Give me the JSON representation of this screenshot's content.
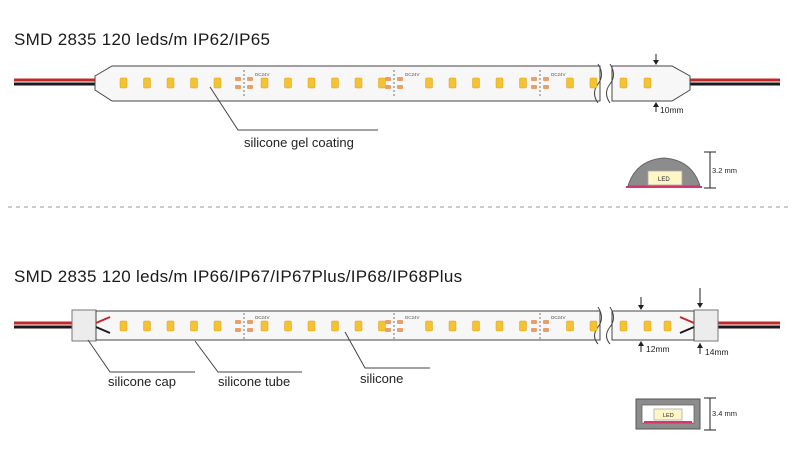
{
  "sections": {
    "top": {
      "title": "SMD 2835 120 leds/m IP62/IP65",
      "label_coating": "silicone gel coating",
      "width_label": "10mm",
      "height_label": "3.2 mm",
      "led_label": "LED",
      "chip_label": "DC24V"
    },
    "bottom": {
      "title": "SMD 2835 120 leds/m IP66/IP67/IP67Plus/IP68/IP68Plus",
      "label_cap": "silicone cap",
      "label_tube": "silicone tube",
      "label_silicone": "silicone",
      "width_label_inner": "12mm",
      "width_label_outer": "14mm",
      "height_label": "3.4 mm",
      "led_label": "LED",
      "chip_label": "DC24V"
    }
  },
  "colors": {
    "wire_red": "#c0282a",
    "wire_black": "#1a1a1a",
    "led_yellow": "#f5c232",
    "resistor_orange": "#e8a06a",
    "strip_fill": "#f7f7f7",
    "strip_outline": "#444444",
    "dome_grey": "#8c8c8c",
    "pad_pink": "#d9356b"
  }
}
